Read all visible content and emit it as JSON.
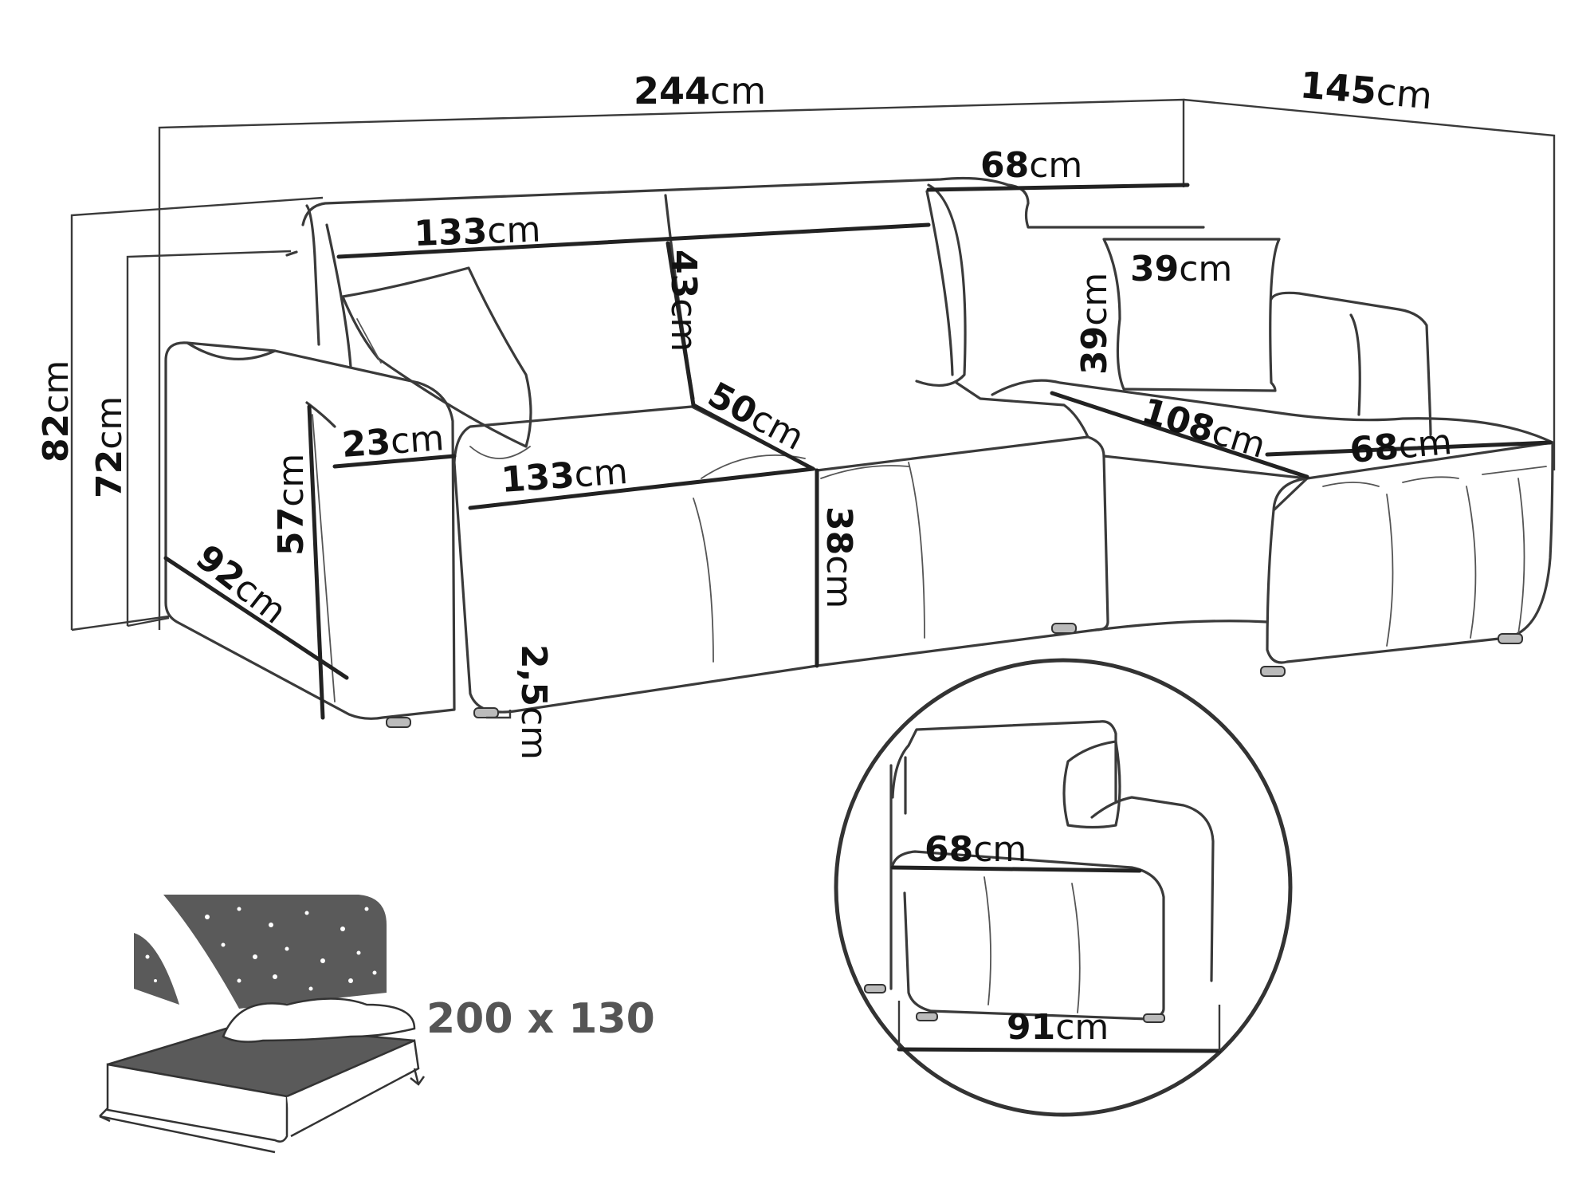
{
  "dimensions": {
    "total_width": {
      "num": "244",
      "unit": "cm"
    },
    "depth_right": {
      "num": "145",
      "unit": "cm"
    },
    "chaise_back_width": {
      "num": "68",
      "unit": "cm"
    },
    "back_width": {
      "num": "133",
      "unit": "cm"
    },
    "back_height": {
      "num": "43",
      "unit": "cm"
    },
    "pillow_width": {
      "num": "39",
      "unit": "cm"
    },
    "pillow_height": {
      "num": "39",
      "unit": "cm"
    },
    "seat_depth": {
      "num": "50",
      "unit": "cm"
    },
    "chaise_length": {
      "num": "108",
      "unit": "cm"
    },
    "chaise_width": {
      "num": "68",
      "unit": "cm"
    },
    "armrest_width": {
      "num": "23",
      "unit": "cm"
    },
    "seat_width": {
      "num": "133",
      "unit": "cm"
    },
    "total_height": {
      "num": "82",
      "unit": "cm"
    },
    "armrest_height": {
      "num": "72",
      "unit": "cm"
    },
    "arm_front_height": {
      "num": "57",
      "unit": "cm"
    },
    "total_depth": {
      "num": "92",
      "unit": "cm"
    },
    "seat_height": {
      "num": "38",
      "unit": "cm"
    },
    "leg_height": {
      "num": "2,5",
      "unit": "cm"
    },
    "detail_depth": {
      "num": "68",
      "unit": "cm"
    },
    "detail_width": {
      "num": "91",
      "unit": "cm"
    }
  },
  "sleeping_area": "200 x 130",
  "colors": {
    "line": "#3a3a3a",
    "dimension_line": "#222222",
    "bed_dark": "#5a5a5a",
    "text": "#111111"
  }
}
